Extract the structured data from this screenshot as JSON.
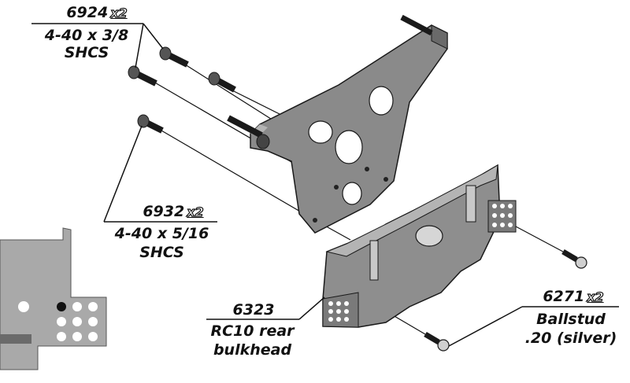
{
  "colors": {
    "part_face": "#8c8c8c",
    "part_top": "#b4b4b4",
    "part_side": "#6a6a6a",
    "outline": "#1a1a1a",
    "hole": "#ffffff",
    "inset_bg": "#a9a9a9"
  },
  "callouts": {
    "shcs_38": {
      "part_no": "6924",
      "qty": "x2",
      "line1": "4-40 x 3/8",
      "line2": "SHCS"
    },
    "shcs_516": {
      "part_no": "6932",
      "qty": "x2",
      "line1": "4-40 x 5/16",
      "line2": "SHCS"
    },
    "bulkhead": {
      "part_no": "6323",
      "line1": "RC10 rear",
      "line2": "bulkhead"
    },
    "ballstud": {
      "part_no": "6271",
      "qty": "x2",
      "line1": "Ballstud",
      "line2": ".20 (silver)"
    }
  }
}
